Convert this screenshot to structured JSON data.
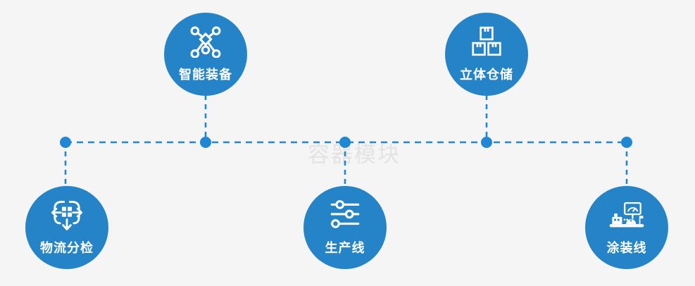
{
  "diagram": {
    "watermark": "容器模块",
    "colors": {
      "background": "#f5f5f6",
      "circle_blue": "#2583c8",
      "connector_blue": "#1f87d4",
      "label_white": "#ffffff",
      "watermark_gray": "#e3e3e4"
    },
    "nodes": [
      {
        "id": "smart-equipment",
        "label": "智能装备",
        "icon": "network-nodes-icon",
        "row": "top"
      },
      {
        "id": "warehouse",
        "label": "立体仓储",
        "icon": "stacked-boxes-icon",
        "row": "top"
      },
      {
        "id": "logistics-sorting",
        "label": "物流分检",
        "icon": "sorting-distribution-icon",
        "row": "bottom"
      },
      {
        "id": "production-line",
        "label": "生产线",
        "icon": "sliders-icon",
        "row": "bottom"
      },
      {
        "id": "coating-line",
        "label": "涂装线",
        "icon": "machine-gauge-icon",
        "row": "bottom"
      }
    ]
  }
}
